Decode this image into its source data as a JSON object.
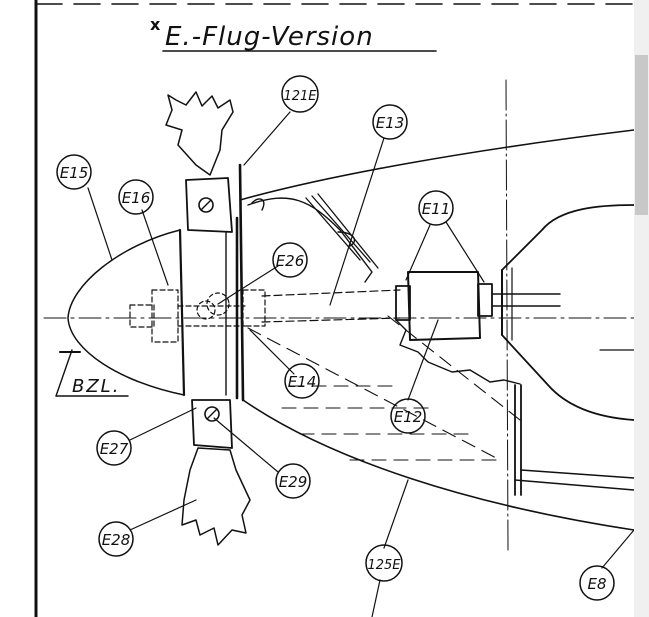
{
  "title": {
    "marker": "x",
    "text": "E.-Flug-Version"
  },
  "reference_line_label": "BZL.",
  "callouts": [
    {
      "id": "e15",
      "label": "E15"
    },
    {
      "id": "e16",
      "label": "E16"
    },
    {
      "id": "121e",
      "label": "121E"
    },
    {
      "id": "e13",
      "label": "E13"
    },
    {
      "id": "e11",
      "label": "E11"
    },
    {
      "id": "e26",
      "label": "E26"
    },
    {
      "id": "e14",
      "label": "E14"
    },
    {
      "id": "e12",
      "label": "E12"
    },
    {
      "id": "e27",
      "label": "E27"
    },
    {
      "id": "e29",
      "label": "E29"
    },
    {
      "id": "e28",
      "label": "E28"
    },
    {
      "id": "125e",
      "label": "125E"
    },
    {
      "id": "e8",
      "label": "E8"
    }
  ],
  "colors": {
    "ink": "#111111",
    "paper": "#ffffff"
  }
}
